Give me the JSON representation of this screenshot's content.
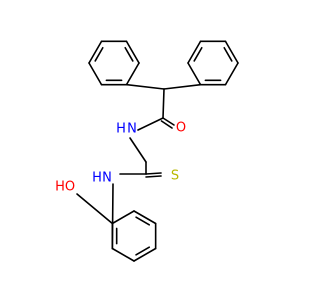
{
  "molecule": {
    "atom_labels": {
      "amide_oxygen": "O",
      "amide_nitrogen_h": "H",
      "amide_nitrogen": "N",
      "thio_nitrogen_h": "H",
      "thio_nitrogen": "N",
      "sulfur": "S",
      "hydroxyl_h": "H",
      "hydroxyl_oxygen": "O"
    },
    "colors": {
      "bond": "#000000",
      "oxygen": "#ff0000",
      "nitrogen": "#0000ff",
      "sulfur": "#b8b800"
    }
  }
}
